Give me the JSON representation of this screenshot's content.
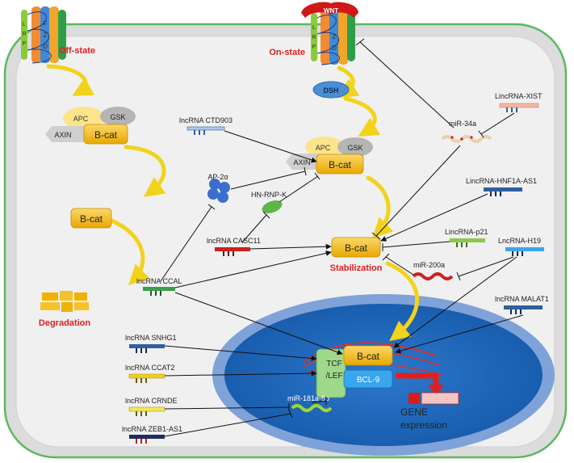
{
  "states": {
    "off": "Off-state",
    "on": "On-state"
  },
  "receptors": {
    "lrp": "LRP",
    "fzd": "FZD",
    "wnt": "WNT"
  },
  "proteins": {
    "dsh": "DSH",
    "apc": "APC",
    "gsk": "GSK",
    "axin": "AXIN",
    "bcat": "B-cat",
    "ap2a": "AP-2α",
    "hnrnpk": "HN-RNP-K",
    "tcf": "TCF",
    "lef": "/LEF",
    "bcl9": "BCL-9"
  },
  "processes": {
    "degradation": "Degradation",
    "stabilization": "Stabilization"
  },
  "gene": {
    "line1": "GENE",
    "line2": "expression"
  },
  "rnas": {
    "ctd903": "lncRNA CTD903",
    "casc11": "lncRNA CASC11",
    "ccal": "lncRNA CCAL",
    "snhg1": "lncRNA SNHG1",
    "ccat2": "lncRNA CCAT2",
    "crnde": "lncRNA CRNDE",
    "zeb1": "lncRNA ZEB1-AS1",
    "xist": "LincRNA-XIST",
    "hnf1a": "LincRNA-HNF1A-AS1",
    "p21": "LincRNA-p21",
    "h19": "LncRNA-H19",
    "malat1": "lncRNA MALAT1",
    "mir34a": "miR-34a",
    "mir200a": "miR-200a",
    "mir181": "miR-181a-5p"
  },
  "colors": {
    "cell_border": "#5cb85c",
    "cytoplasm": "#f0f0f0",
    "nucleus": "#1a62b8",
    "nucleus_halo": "#7fa2d8",
    "bcat": "#f7c12b",
    "red_label": "#e02020",
    "wnt": "#d01818",
    "arrow_yellow": "#f2d31c",
    "gsk": "#b5b5b5",
    "dsh": "#4a8fd4",
    "lncrna_blue": "#2f5f9e",
    "lncrna_green": "#3a9e4c",
    "lncrna_red": "#cc2020",
    "lncrna_yellow": "#f0d020",
    "bcl9": "#3aa6ee",
    "tcf": "#9ed88a"
  }
}
